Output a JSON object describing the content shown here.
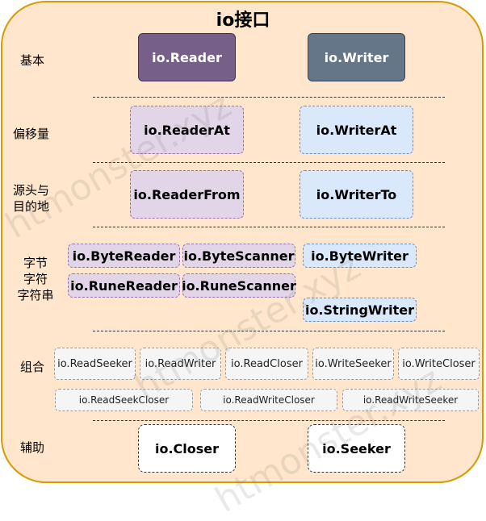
{
  "title": "io接口",
  "categories": {
    "basic": "基本",
    "offset": "偏移量",
    "source_dest": "源头与\n目的地",
    "byte_char": "字节\n字符\n字符串",
    "combo": "组合",
    "aux": "辅助"
  },
  "boxes": {
    "reader": "io.Reader",
    "writer": "io.Writer",
    "reader_at": "io.ReaderAt",
    "writer_at": "io.WriterAt",
    "reader_from": "io.ReaderFrom",
    "writer_to": "io.WriterTo",
    "byte_reader": "io.ByteReader",
    "byte_scanner": "io.ByteScanner",
    "rune_reader": "io.RuneReader",
    "rune_scanner": "io.RuneScanner",
    "byte_writer": "io.ByteWriter",
    "string_writer": "io.StringWriter",
    "read_seeker": "io.ReadSeeker",
    "read_writer": "io.ReadWriter",
    "read_closer": "io.ReadCloser",
    "write_seeker": "io.WriteSeeker",
    "write_closer": "io.WriteCloser",
    "read_seek_closer": "io.ReadSeekCloser",
    "read_write_closer": "io.ReadWriteCloser",
    "read_write_seeker": "io.ReadWriteSeeker",
    "closer": "io.Closer",
    "seeker": "io.Seeker"
  },
  "colors": {
    "panel_fill": "#ffe6cc",
    "panel_border": "#d79b00",
    "reader_fill": "#76608a",
    "writer_fill": "#647687",
    "reader_family_fill": "#e1d5e7",
    "writer_family_fill": "#dae8fc",
    "combo_fill": "#f5f5f5",
    "aux_fill": "#ffffff"
  },
  "watermark": "htmonster.xyz"
}
